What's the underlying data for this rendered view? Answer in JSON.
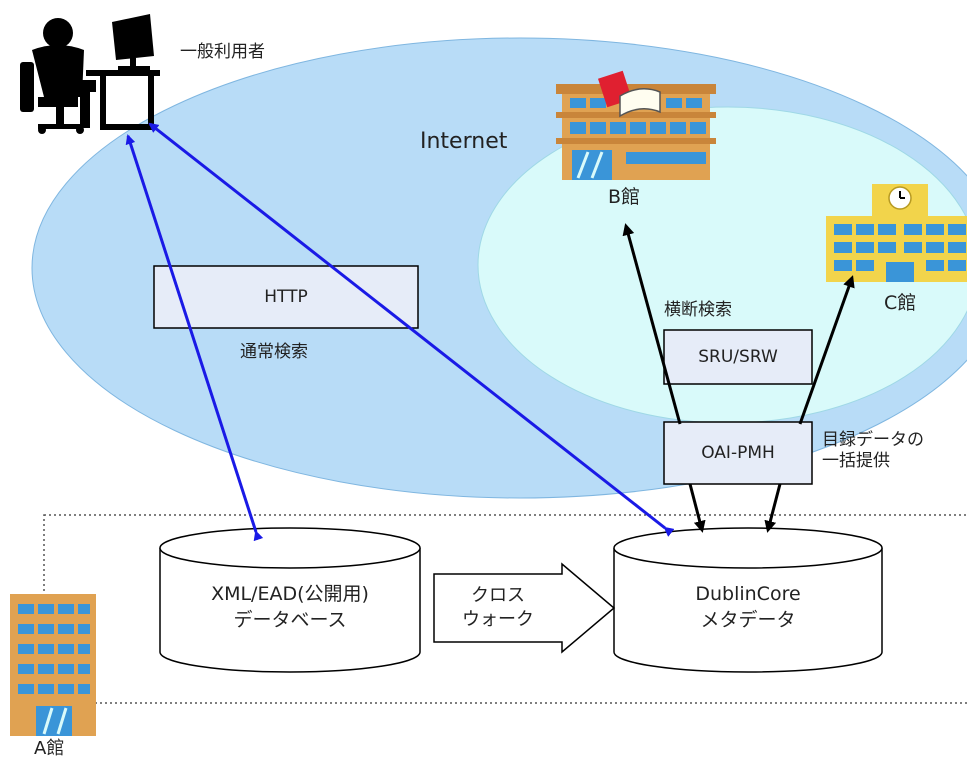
{
  "labels": {
    "general_user": "一般利用者",
    "internet": "Internet",
    "library_b": "B館",
    "library_c": "C館",
    "library_a": "A館",
    "http": "HTTP",
    "normal_search": "通常検索",
    "cross_search": "横断検索",
    "sru_srw": "SRU/SRW",
    "oai_pmh": "OAI-PMH",
    "catalog_bulk_line1": "目録データの",
    "catalog_bulk_line2": "一括提供",
    "db_xml_line1": "XML/EAD(公開用)",
    "db_xml_line2": "データベース",
    "crosswalk_line1": "クロス",
    "crosswalk_line2": "ウォーク",
    "db_dc_line1": "DublinCore",
    "db_dc_line2": "メタデータ"
  },
  "colors": {
    "internet_ellipse": "#b8dcf7",
    "inner_ellipse": "#d9fafa",
    "box_fill": "#e6ecf8",
    "blue_arrow": "#1a1ae6",
    "black_arrow": "#000000",
    "building_orange": "#e0a252",
    "building_yellow": "#f2d44b",
    "window_blue": "#3a95d8"
  },
  "icons": {
    "user": "person-at-computer-icon",
    "library_b": "library-building-with-books-icon",
    "library_c": "school-building-with-clock-icon",
    "library_a": "office-building-icon"
  }
}
